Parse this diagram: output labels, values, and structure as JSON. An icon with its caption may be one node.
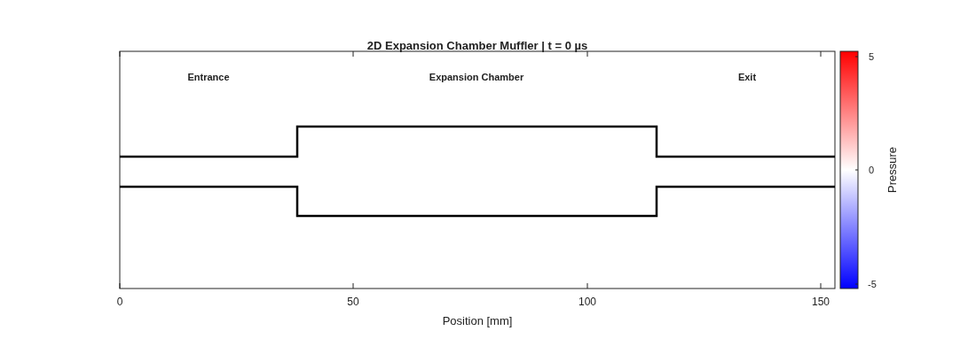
{
  "diagram": {
    "title": "2D Expansion Chamber Muffler | t = 0 µs",
    "labels": [
      "Entrance",
      "Expansion Chamber",
      "Exit",
      "0",
      "50",
      "100",
      "150",
      "Position [mm]",
      "5",
      "0",
      "-5",
      "Pressure"
    ]
  }
}
